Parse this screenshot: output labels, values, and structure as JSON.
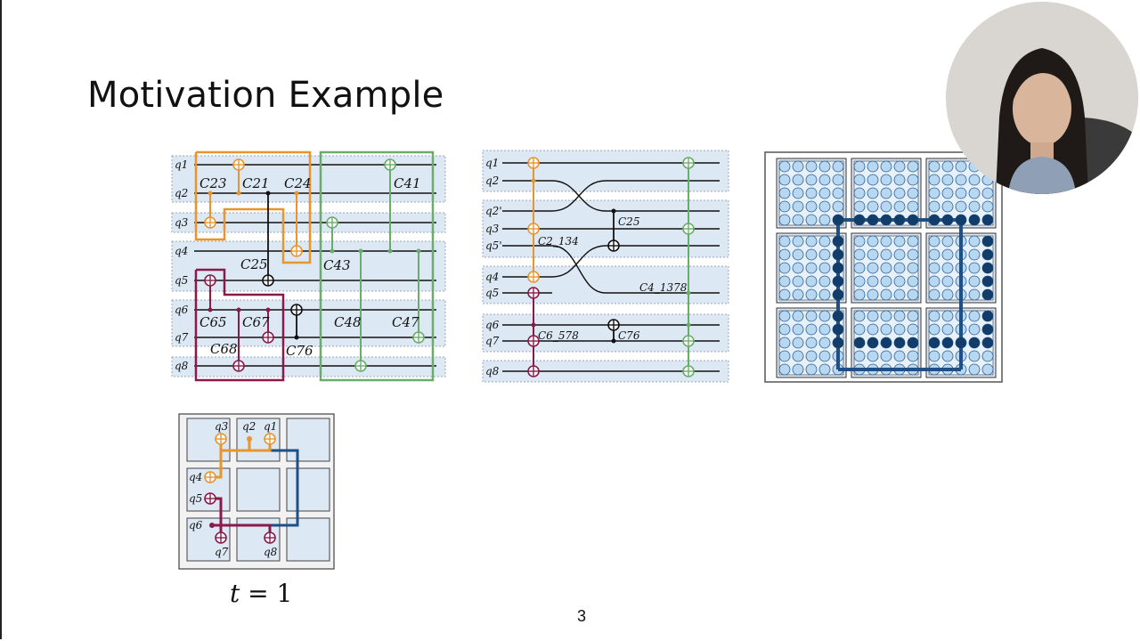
{
  "slide": {
    "title": "Motivation Example",
    "page_number": "3",
    "time_label_var": "t",
    "time_label_rest": " = 1"
  },
  "colors": {
    "orange": "#e8952e",
    "green": "#6aac6a",
    "maroon": "#8a1a4a",
    "blue_dark": "#1e4f86",
    "panel": "#dce8f4",
    "cell": "#b8d8f2"
  },
  "circuit_left": {
    "qubits": [
      "q1",
      "q2",
      "q3",
      "q4",
      "q5",
      "q6",
      "q7",
      "q8"
    ],
    "gate_labels": [
      "C23",
      "C21",
      "C24",
      "C41",
      "C25",
      "C43",
      "C65",
      "C67",
      "C48",
      "C47",
      "C68",
      "C76"
    ]
  },
  "circuit_mid": {
    "qubits": [
      "q1",
      "q2",
      "q2'",
      "q3",
      "q5'",
      "q4",
      "q5",
      "q6",
      "q7",
      "q8"
    ],
    "gate_labels": [
      "C25",
      "C2_134",
      "C4_1378",
      "C6_578",
      "C76"
    ]
  },
  "grid_small": {
    "labels": [
      "q3",
      "q2",
      "q1",
      "q4",
      "q5",
      "q6",
      "q7",
      "q8"
    ]
  },
  "webcam": {
    "icon": "presenter-video"
  }
}
